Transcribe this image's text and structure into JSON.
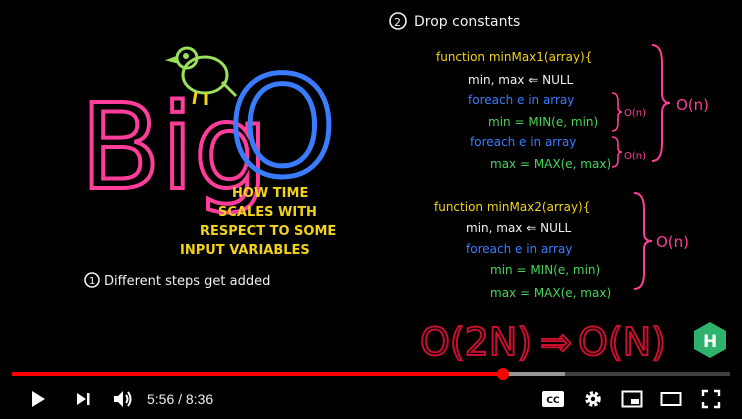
{
  "player": {
    "progress_played": 0.684,
    "progress_loaded": 0.77,
    "time_current": "5:56",
    "time_separator": " / ",
    "time_total": "8:36",
    "controls": {
      "play": "play-icon",
      "next": "next-icon",
      "volume": "volume-icon",
      "captions": "cc-icon",
      "settings": "gear-icon",
      "miniplayer": "miniplayer-icon",
      "theater": "theater-icon",
      "fullscreen": "fullscreen-icon"
    },
    "captions_label": "CC",
    "accent_color": "#ff0000"
  },
  "board": {
    "logo_big": "Big",
    "logo_o": "O",
    "subtitle_lines": [
      "HOW TIME",
      "SCALES WITH",
      "RESPECT TO SOME",
      "INPUT VARIABLES"
    ],
    "rule1_num": "1",
    "rule1_text": "Different steps get added",
    "rule2_num": "2",
    "rule2_text": "Drop constants",
    "fn1": {
      "signature": "function minMax1(array){",
      "init": "min, max ⇐ NULL",
      "loop1": "foreach e in array",
      "body1": "min = MIN(e, min)",
      "loop2": "foreach e in array",
      "body2": "max = MAX(e, max)",
      "inner_big_o": "O(n)",
      "outer_big_o": "O(n)"
    },
    "fn2": {
      "signature": "function minMax2(array){",
      "init": "min, max ⇐ NULL",
      "loop": "foreach e in array",
      "body1": "min = MIN(e, min)",
      "body2": "max = MAX(e, max)",
      "big_o": "O(n)"
    },
    "conclusion_left": "O(2N)",
    "conclusion_arrow": "⇒",
    "conclusion_right": "O(N)",
    "watermark_letter": "H",
    "colors": {
      "pink": "#ff3d9a",
      "blue": "#3a7cff",
      "green": "#47d45a",
      "yellow": "#f2d21b",
      "white": "#f2f2f2",
      "red": "#c8102e",
      "bird": "#9be05a",
      "hex": "#2fb26b"
    }
  }
}
